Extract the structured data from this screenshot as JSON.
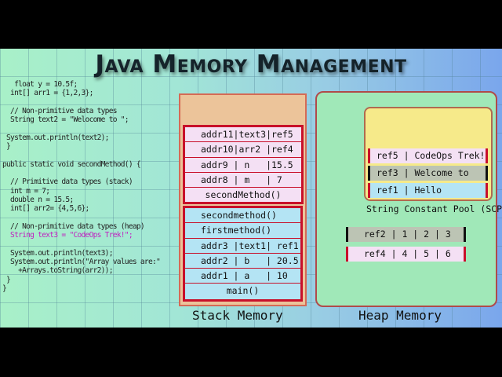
{
  "title": "Java Memory Management",
  "code": {
    "lines": [
      "   float y = 10.5f;",
      "  int[] arr1 = {1,2,3};",
      "",
      "  // Non-primitive data types",
      "  String text2 = \"Welocome to \";",
      "",
      " System.out.println(text2);",
      " }",
      "",
      "public static void secondMethod() {",
      "",
      "  // Primitive data types (stack)",
      "  int m = 7;",
      "  double n = 15.5;",
      "  int[] arr2= {4,5,6};",
      "",
      "  // Non-primitive data types (heap)",
      "  String text3 = \"CodeOps Trek!\";",
      "",
      "  System.out.println(text3);",
      "  System.out.println(\"Array values are:\"",
      "    +Arrays.toString(arr2));",
      " }",
      "}"
    ],
    "highlight_line": 17,
    "highlight_color": "#c020c0"
  },
  "stack": {
    "label": "Stack Memory",
    "second_frame": [
      "addr11|text3|ref5",
      "addr10|arr2 |ref4",
      "addr9 | n   |15.5",
      "addr8 | m   | 7",
      "secondMethod()"
    ],
    "main_frame": [
      "secondmethod()",
      "firstmethod()",
      "addr3 |text1| ref1",
      "addr2 | b   | 20.5",
      "addr1 | a   | 10",
      "main()"
    ]
  },
  "heap": {
    "label": "Heap Memory",
    "scp_label": "String Constant Pool (SCP)",
    "scp": [
      "ref5 | CodeOps Trek!",
      "ref3 | Welcome to",
      "ref1 | Hello"
    ],
    "arrays": [
      "ref2 | 1 | 2 | 3",
      "ref4 | 4 | 5 | 6"
    ]
  },
  "colors": {
    "pink": "#f4e0f4",
    "blue": "#b4e4f4",
    "gray": "#bcc4b4",
    "red": "#c8102a"
  }
}
